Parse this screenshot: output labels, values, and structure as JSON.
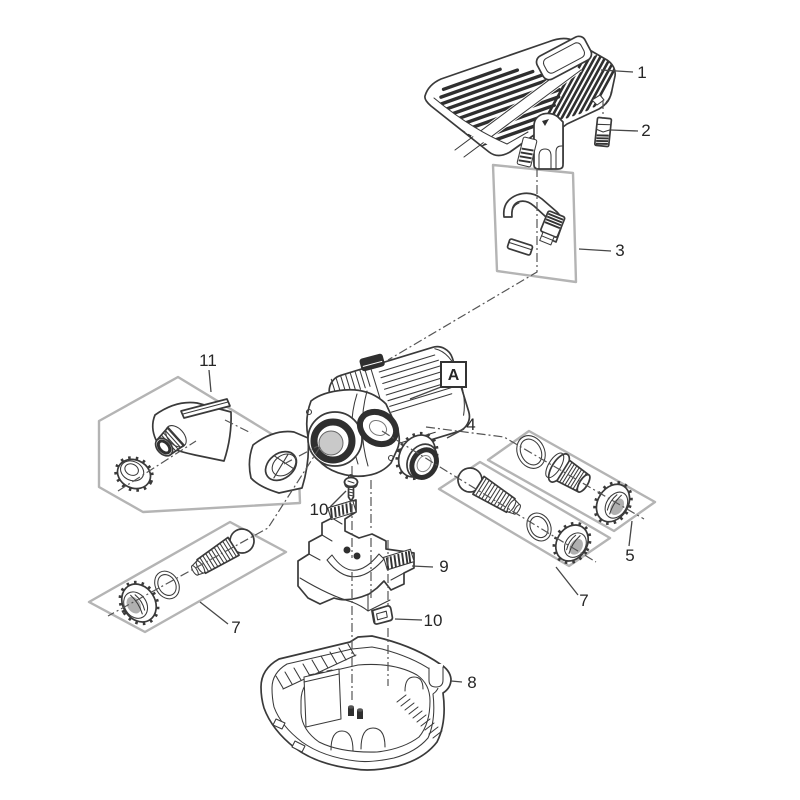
{
  "diagram": {
    "type": "exploded-parts-diagram",
    "colors": {
      "bg": "#ffffff",
      "line": "#3a3a3a",
      "dark": "#2f2f2f",
      "box": "#b4b4b4",
      "centerline": "#555555",
      "label": "#262626"
    },
    "detail_marker": {
      "text": "A"
    },
    "callouts": {
      "c1": {
        "text": "1"
      },
      "c2": {
        "text": "2"
      },
      "c3": {
        "text": "3"
      },
      "c4": {
        "text": "4"
      },
      "c5": {
        "text": "5"
      },
      "c7r": {
        "text": "7"
      },
      "c7l": {
        "text": "7"
      },
      "c8": {
        "text": "8"
      },
      "c9": {
        "text": "9"
      },
      "c10a": {
        "text": "10"
      },
      "c10b": {
        "text": "10"
      },
      "c11": {
        "text": "11"
      }
    }
  }
}
